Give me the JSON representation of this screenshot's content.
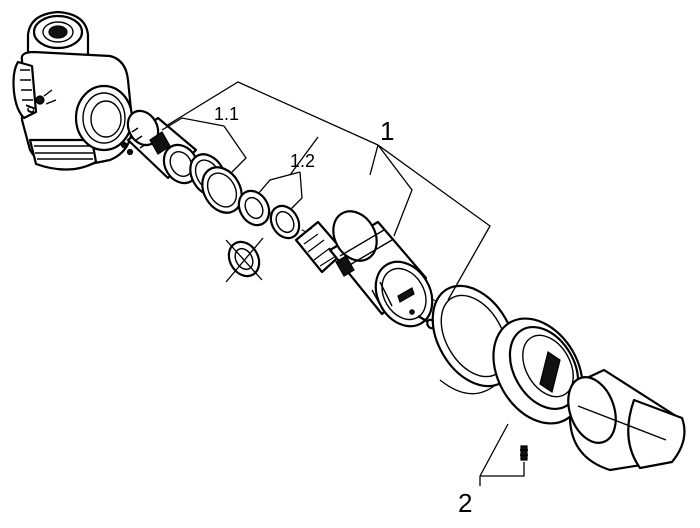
{
  "diagram": {
    "callouts": {
      "assembly": "1",
      "cartridge_seals": "1.1",
      "seat_seals": "1.2",
      "trim_set": "2"
    },
    "parts": [
      "valve-body",
      "cartridge-base",
      "o-ring-pair",
      "seat-washer-pair",
      "crossed-out-washer",
      "thermostat-cartridge",
      "mounting-screw",
      "wall-flange",
      "escutcheon-rosette",
      "grub-screw",
      "handle-knob"
    ]
  }
}
